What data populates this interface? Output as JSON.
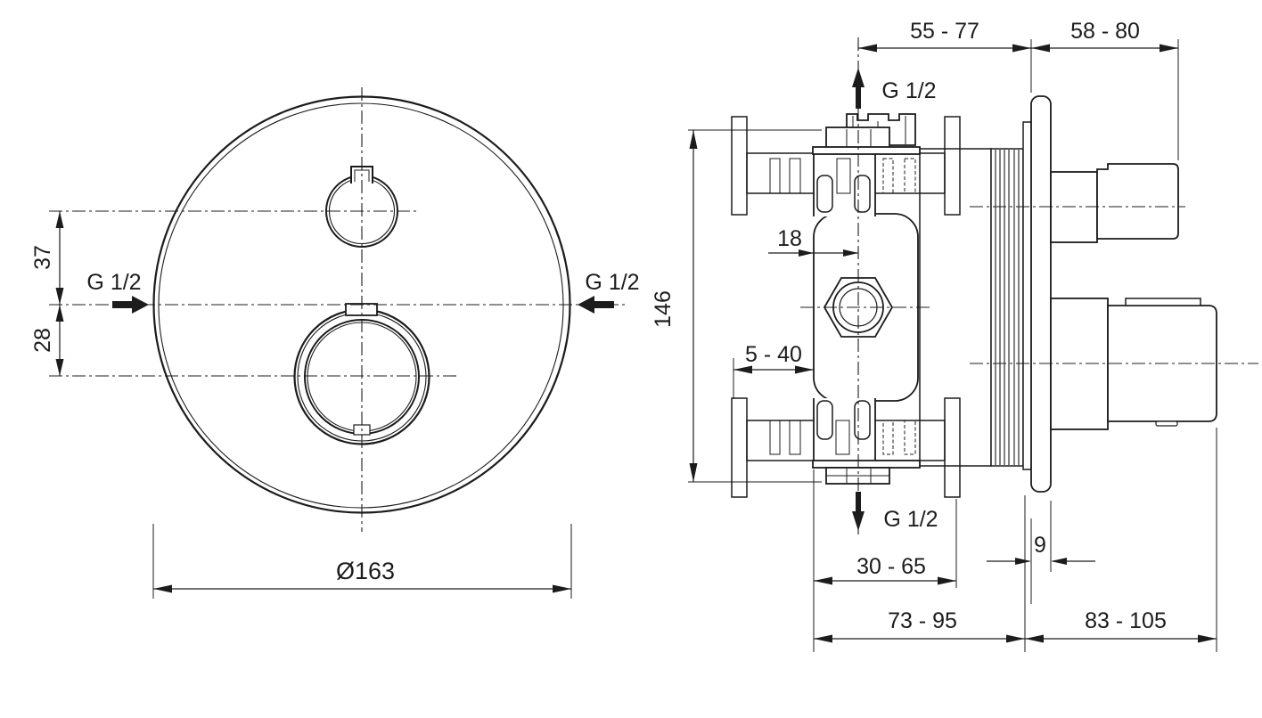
{
  "front_view": {
    "left_port_label": "G 1/2",
    "right_port_label": "G 1/2",
    "upper_knob_offset_label": "37",
    "lower_knob_offset_label": "28",
    "diameter_label": "Ø163"
  },
  "side_view": {
    "top_depth_label": "55 - 77",
    "top_projection_label": "58 - 80",
    "top_port_label": "G 1/2",
    "spindle_offset_label": "18",
    "body_height_label": "146",
    "wall_range_label": "5 - 40",
    "bottom_port_label": "G 1/2",
    "plate_thickness_label": "9",
    "mid_depth_label": "30 - 65",
    "total_depth_label": "73 - 95",
    "total_projection_label": "83 - 105"
  },
  "colors": {
    "line": "#1c1c1c",
    "wall_fill": "#a9a9a9",
    "slot_fill": "#5f5f5f",
    "background": "#ffffff"
  }
}
